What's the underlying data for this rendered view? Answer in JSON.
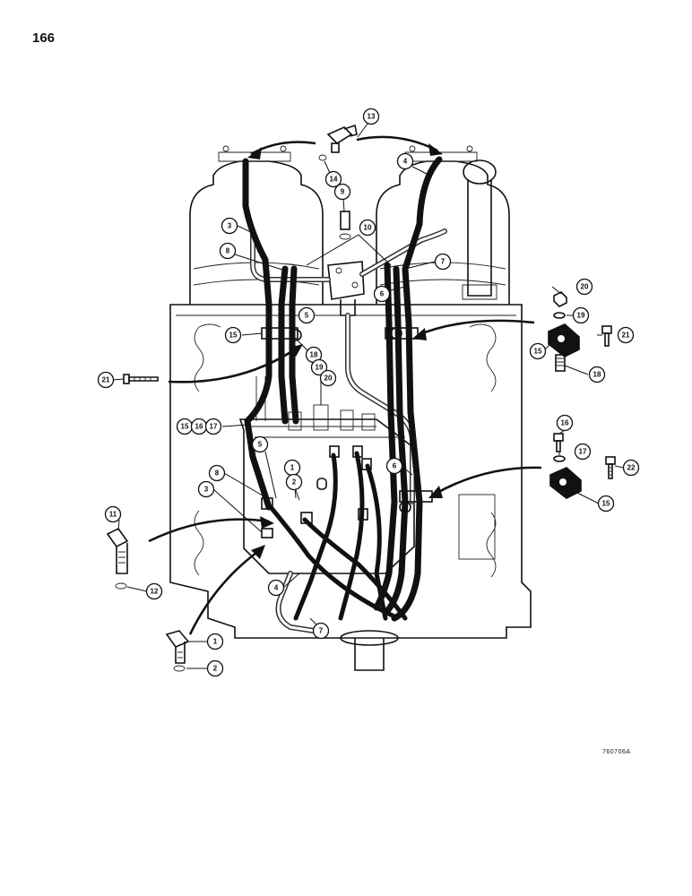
{
  "page": {
    "number": "166",
    "drawing_id": "760706A"
  },
  "icons": [
    "hydraulic-hose",
    "elbow-fitting",
    "o-ring",
    "hose-clamp",
    "bolt",
    "washer",
    "nut",
    "spacer",
    "valve-block",
    "transmission-housing",
    "flow-arrow"
  ],
  "callouts": [
    {
      "id": "c13",
      "label": "13"
    },
    {
      "id": "c14",
      "label": "14"
    },
    {
      "id": "c4a",
      "label": "4"
    },
    {
      "id": "c9",
      "label": "9"
    },
    {
      "id": "c10",
      "label": "10"
    },
    {
      "id": "c3a",
      "label": "3"
    },
    {
      "id": "c8a",
      "label": "8"
    },
    {
      "id": "c7a",
      "label": "7"
    },
    {
      "id": "c6a",
      "label": "6"
    },
    {
      "id": "c5a",
      "label": "5"
    },
    {
      "id": "c15a",
      "label": "15"
    },
    {
      "id": "c18a",
      "label": "18"
    },
    {
      "id": "c19a",
      "label": "19"
    },
    {
      "id": "c20a",
      "label": "20"
    },
    {
      "id": "c21a",
      "label": "21"
    },
    {
      "id": "c20b",
      "label": "20"
    },
    {
      "id": "c19b",
      "label": "19"
    },
    {
      "id": "c21b",
      "label": "21"
    },
    {
      "id": "c15b",
      "label": "15"
    },
    {
      "id": "c18b",
      "label": "18"
    },
    {
      "id": "c15c",
      "label": "15"
    },
    {
      "id": "c16a",
      "label": "16"
    },
    {
      "id": "c17a",
      "label": "17"
    },
    {
      "id": "c5b",
      "label": "5"
    },
    {
      "id": "c6b",
      "label": "6"
    },
    {
      "id": "c1a",
      "label": "1"
    },
    {
      "id": "c2a",
      "label": "2"
    },
    {
      "id": "c8b",
      "label": "8"
    },
    {
      "id": "c3b",
      "label": "3"
    },
    {
      "id": "c16b",
      "label": "16"
    },
    {
      "id": "c17b",
      "label": "17"
    },
    {
      "id": "c22",
      "label": "22"
    },
    {
      "id": "c15d",
      "label": "15"
    },
    {
      "id": "c11",
      "label": "11"
    },
    {
      "id": "c12",
      "label": "12"
    },
    {
      "id": "c4b",
      "label": "4"
    },
    {
      "id": "c7b",
      "label": "7"
    },
    {
      "id": "c1b",
      "label": "1"
    },
    {
      "id": "c2b",
      "label": "2"
    }
  ]
}
